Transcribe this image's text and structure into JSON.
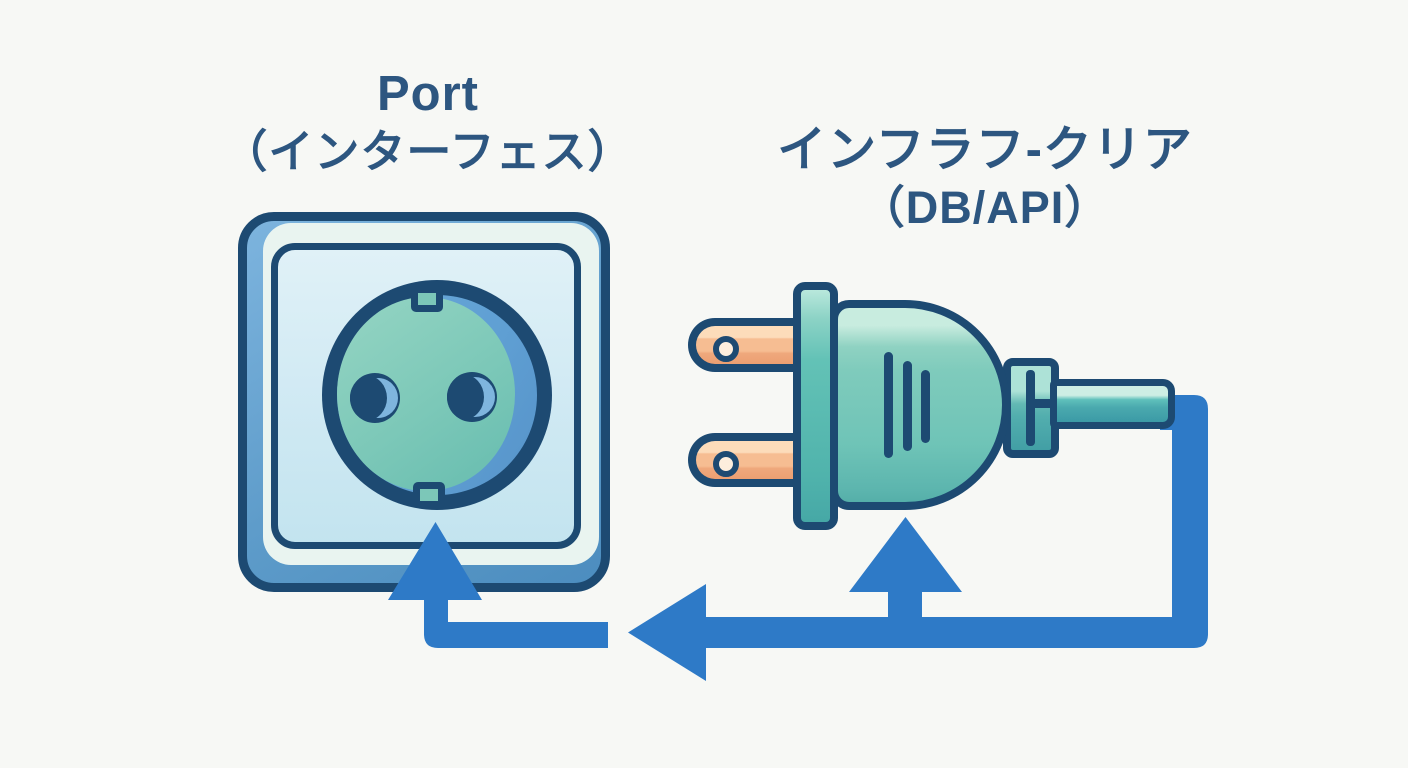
{
  "page": {
    "type": "concept-diagram",
    "background": "#f7f8f5"
  },
  "labels": {
    "port": {
      "title": "Port",
      "subtitle": "（インターフェス）"
    },
    "infra": {
      "title": "インフラフ-クリア",
      "subtitle": "（DB/API）"
    }
  },
  "illustration": {
    "socket_icon": "power-outlet-socket",
    "plug_icon": "power-plug-with-cable",
    "arrows": [
      "arrow-into-socket",
      "arrow-into-plug",
      "arrow-flow-from-cable-right-to-left"
    ]
  },
  "colors": {
    "background": "#f7f8f5",
    "text": "#2d5680",
    "navy": "#1d4a72",
    "arrow": "#2e7ac7",
    "socket-frame": "#5e9cca",
    "socket-plate": "#cfe9f3",
    "recess-teal": "#7cc8b8",
    "recess-blue": "#5f9fd3",
    "hole-crescent": "#7fb5de",
    "plug-teal": "#74c7b9",
    "plug-highlight": "#c8ecdf",
    "prong-orange": "#f6bd92",
    "cable-teal": "#4aa9ae"
  }
}
